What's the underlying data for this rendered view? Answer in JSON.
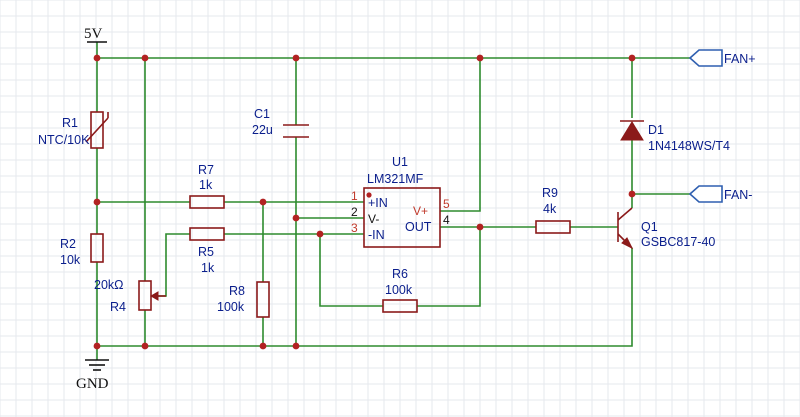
{
  "power": {
    "vcc": "5V",
    "gnd": "GND"
  },
  "ports": {
    "fan_plus": "FAN+",
    "fan_minus": "FAN-"
  },
  "components": {
    "R1": {
      "ref": "R1",
      "value": "NTC/10K"
    },
    "R2": {
      "ref": "R2",
      "value": "10k"
    },
    "R4": {
      "ref": "R4",
      "value": "20kΩ"
    },
    "R5": {
      "ref": "R5",
      "value": "1k"
    },
    "R6": {
      "ref": "R6",
      "value": "100k"
    },
    "R7": {
      "ref": "R7",
      "value": "1k"
    },
    "R8": {
      "ref": "R8",
      "value": "100k"
    },
    "R9": {
      "ref": "R9",
      "value": "4k"
    },
    "C1": {
      "ref": "C1",
      "value": "22u"
    },
    "D1": {
      "ref": "D1",
      "value": "1N4148WS/T4"
    },
    "Q1": {
      "ref": "Q1",
      "value": "GSBC817-40"
    },
    "U1": {
      "ref": "U1",
      "value": "LM321MF",
      "pins": {
        "p1": "1",
        "p2": "2",
        "p3": "3",
        "p4": "4",
        "p5": "5",
        "in_plus": "+IN",
        "vminus": "V-",
        "in_minus": "-IN",
        "vplus": "V+",
        "out": "OUT"
      }
    }
  },
  "colors": {
    "wire": "#2e8b2e",
    "component": "#8b1a1a",
    "label": "#0a1e8c",
    "junction": "#b22222",
    "port_flag": "#2f5fb0"
  }
}
